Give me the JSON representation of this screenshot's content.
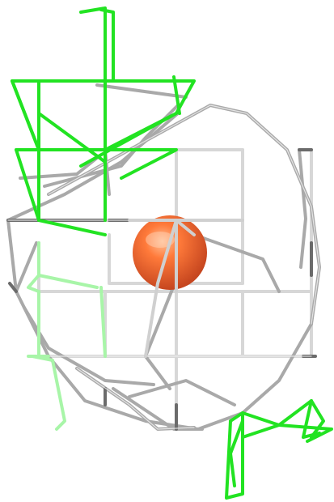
{
  "scene": {
    "kind": "molecular-render",
    "background": "#ffffff",
    "colors": {
      "frame_light": "#d7d7d7",
      "frame_mid": "#a9a9a9",
      "frame_dark": "#6b6b6b",
      "ligand_green": "#22e322",
      "ligand_fade": "#a8f5a8",
      "ion_core": "#ff7a3a",
      "ion_shadow": "#c6461f",
      "ion_highlight": "#ffc39a"
    },
    "elements": [
      {
        "name": "ion-sphere",
        "shape": "sphere",
        "color": "ion_core"
      },
      {
        "name": "protein-backbone",
        "shape": "wireframe",
        "color": "frame_mid"
      },
      {
        "name": "ligand-upper-left",
        "shape": "wireframe",
        "color": "ligand_green"
      },
      {
        "name": "ligand-lower-right",
        "shape": "wireframe",
        "color": "ligand_green"
      },
      {
        "name": "ligand-lower-left-fade",
        "shape": "wireframe",
        "color": "ligand_fade"
      }
    ]
  }
}
